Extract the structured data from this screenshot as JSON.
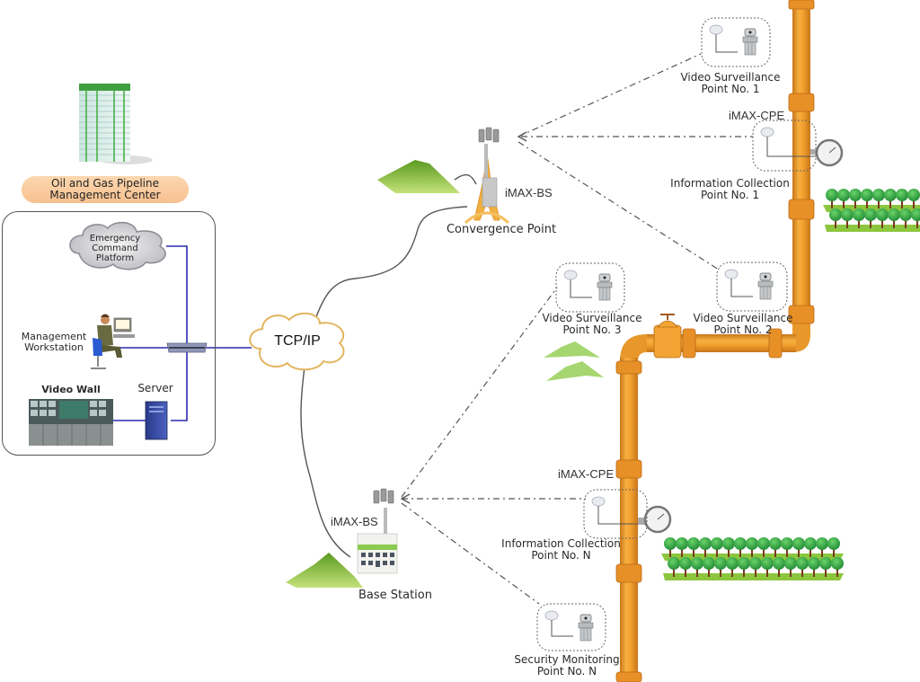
{
  "management_center": {
    "title": "Oil and Gas Pipeline Management Center",
    "title_lines": [
      "Oil and Gas Pipeline",
      "Management Center"
    ],
    "emergency_platform": [
      "Emergency",
      "Command",
      "Platform"
    ],
    "workstation_label": [
      "Management",
      "Workstation"
    ],
    "video_wall_label": "Video Wall",
    "server_label": "Server"
  },
  "network": {
    "cloud_label": "TCP/IP"
  },
  "convergence_point": {
    "device_label": "iMAX-BS",
    "site_label": "Convergence Point"
  },
  "base_station": {
    "device_label": "iMAX-BS",
    "site_label": "Base Station"
  },
  "pipeline": {
    "cpe_labels": [
      "iMAX-CPE",
      "iMAX-CPE"
    ]
  },
  "points": [
    {
      "id": "vs1",
      "type": "video",
      "lines": [
        "Video Surveillance",
        "Point No. 1"
      ]
    },
    {
      "id": "ic1",
      "type": "info",
      "lines": [
        "Information Collection",
        "Point No. 1"
      ]
    },
    {
      "id": "vs2",
      "type": "video",
      "lines": [
        "Video Surveillance",
        "Point No. 2"
      ]
    },
    {
      "id": "vs3",
      "type": "video",
      "lines": [
        "Video Surveillance",
        "Point No. 3"
      ]
    },
    {
      "id": "icn",
      "type": "info",
      "lines": [
        "Information Collection",
        "Point No. N"
      ]
    },
    {
      "id": "smn",
      "type": "video",
      "lines": [
        "Security Monitoring",
        "Point No. N"
      ]
    }
  ],
  "colors": {
    "pipe": "#f0a030",
    "pipe_dark": "#c87818",
    "link_blue": "#2a2ab0",
    "wireless_link": "#555555",
    "mgmt_pill": "#f9c89a",
    "hill": "#8cc63f",
    "tree": "#2ea84a"
  }
}
